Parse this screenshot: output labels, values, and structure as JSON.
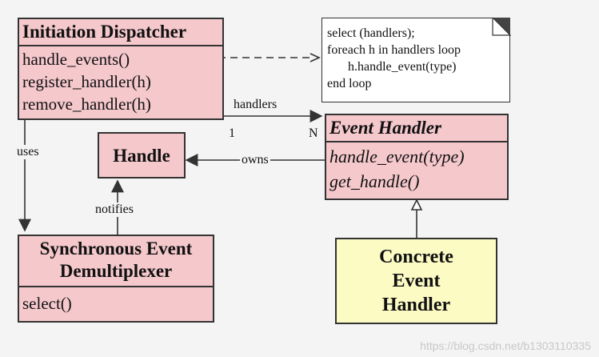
{
  "dispatcher": {
    "title": "Initiation Dispatcher",
    "ops": [
      "handle_events()",
      "register_handler(h)",
      "remove_handler(h)"
    ]
  },
  "note": {
    "lines": [
      "select (handlers);",
      "foreach h in handlers loop",
      "h.handle_event(type)",
      "end loop"
    ]
  },
  "handle": {
    "title": "Handle"
  },
  "event_handler": {
    "title": "Event Handler",
    "ops": [
      "handle_event(type)",
      "get_handle()"
    ]
  },
  "demux": {
    "title_lines": [
      "Synchronous Event",
      "Demultiplexer"
    ],
    "ops": [
      "select()"
    ]
  },
  "concrete": {
    "lines": [
      "Concrete",
      "Event",
      "Handler"
    ]
  },
  "labels": {
    "handlers": "handlers",
    "mult_one": "1",
    "mult_n": "N",
    "uses": "uses",
    "owns": "owns",
    "notifies": "notifies"
  },
  "watermark": "https://blog.csdn.net/b1303110335",
  "colors": {
    "class_fill": "#f5c8cc",
    "concrete_fill": "#fdfbc4",
    "line": "#333333"
  }
}
